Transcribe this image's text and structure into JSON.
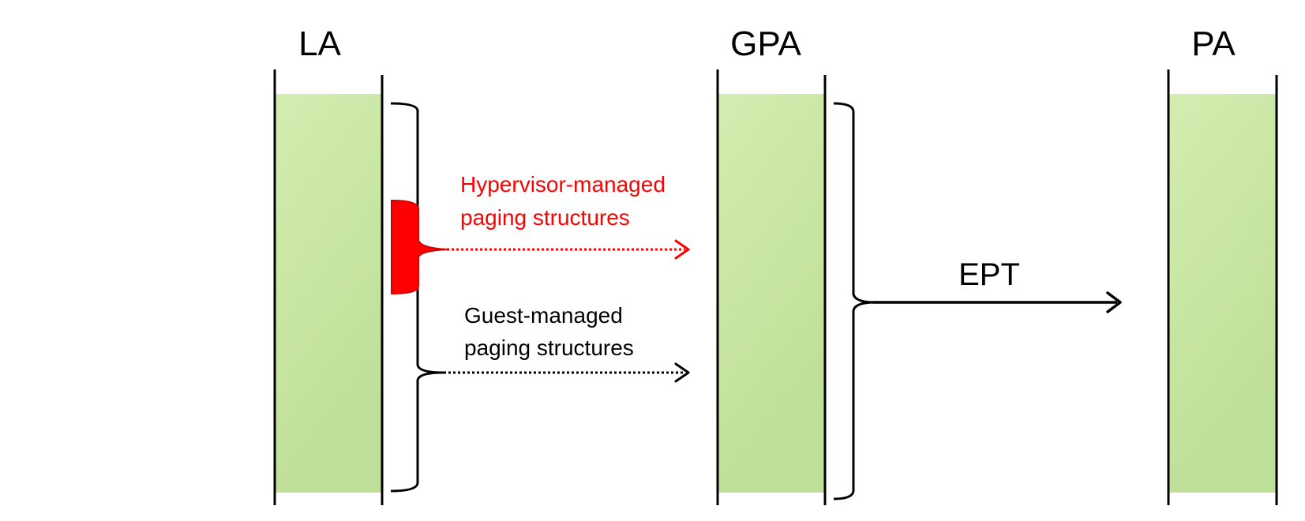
{
  "columns": {
    "la": {
      "title": "LA"
    },
    "gpa": {
      "title": "GPA"
    },
    "pa": {
      "title": "PA"
    }
  },
  "mappings": {
    "hypervisor": {
      "line1": "Hypervisor-managed",
      "line2": "paging structures",
      "color": "#ff0000"
    },
    "guest": {
      "line1": "Guest-managed",
      "line2": "paging structures",
      "color": "#000000"
    },
    "ept": {
      "label": "EPT",
      "color": "#000000"
    }
  },
  "colors": {
    "region_fill_top": "#d3edb0",
    "region_fill_bottom": "#bedf97",
    "border": "#000000"
  }
}
